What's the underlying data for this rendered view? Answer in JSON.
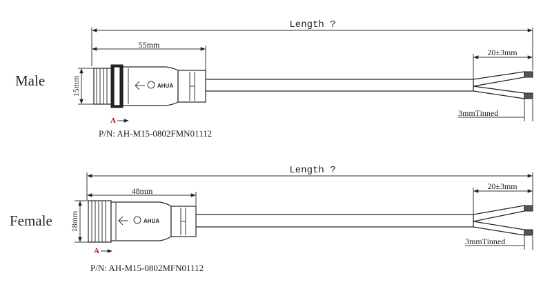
{
  "male": {
    "label": "Male",
    "overall_length": "Length ?",
    "connector_length": "55mm",
    "diameter": "15mm",
    "strip_length": "20±3mm",
    "tinned": "3mmTinned",
    "section_marker": "A",
    "part_number": "P/N: AH-M15-0802FMN01112",
    "brand": "AHUA"
  },
  "female": {
    "label": "Female",
    "overall_length": "Length ?",
    "connector_length": "48mm",
    "diameter": "18mm",
    "strip_length": "20±3mm",
    "tinned": "3mmTinned",
    "section_marker": "A",
    "part_number": "P/N: AH-M15-0802MFN01112",
    "brand": "AHUA"
  },
  "colors": {
    "ink": "#222222",
    "marker": "#cc0000",
    "tinned_wire": "#444444"
  }
}
